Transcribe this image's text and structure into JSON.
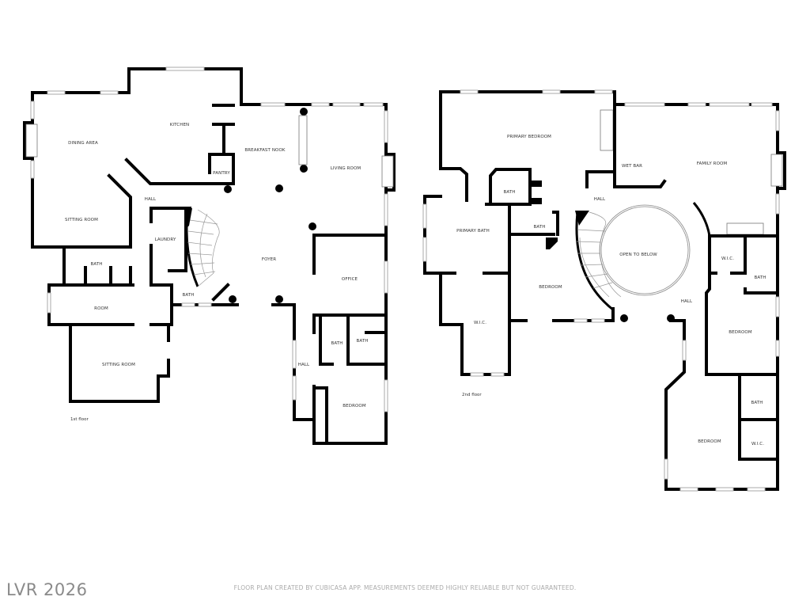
{
  "floor1": {
    "caption": "1st floor",
    "rooms": {
      "dining": "DINING AREA",
      "kitchen": "KITCHEN",
      "breakfast": "BREAKFAST NOOK",
      "living": "LIVING ROOM",
      "pantry": "PANTRY",
      "hall1": "HALL",
      "sitting1": "SITTING ROOM",
      "laundry": "LAUNDRY",
      "foyer": "FOYER",
      "bath1": "BATH",
      "room": "ROOM",
      "bath2": "BATH",
      "office": "OFFICE",
      "sitting2": "SITTING ROOM",
      "bath3": "BATH",
      "bath4": "BATH",
      "hall2": "HALL",
      "bedroom": "BEDROOM"
    }
  },
  "floor2": {
    "caption": "2nd floor",
    "rooms": {
      "primary_bedroom": "PRIMARY BEDROOM",
      "wet_bar": "WET BAR",
      "family": "FAMILY ROOM",
      "bath1": "BATH",
      "hall1": "HALL",
      "primary_bath": "PRIMARY BATH",
      "bath2": "BATH",
      "open": "OPEN TO BELOW",
      "wic1": "W.I.C.",
      "bath3": "BATH",
      "bedroom1": "BEDROOM",
      "hall2": "HALL",
      "wic2": "W.I.C.",
      "bedroom2": "BEDROOM",
      "bath4": "BATH",
      "bedroom3": "BEDROOM",
      "wic3": "W.I.C."
    }
  },
  "footer": "FLOOR PLAN CREATED BY CUBICASA APP. MEASUREMENTS DEEMED HIGHLY RELIABLE BUT NOT GUARANTEED.",
  "watermark": "LVR 2026"
}
